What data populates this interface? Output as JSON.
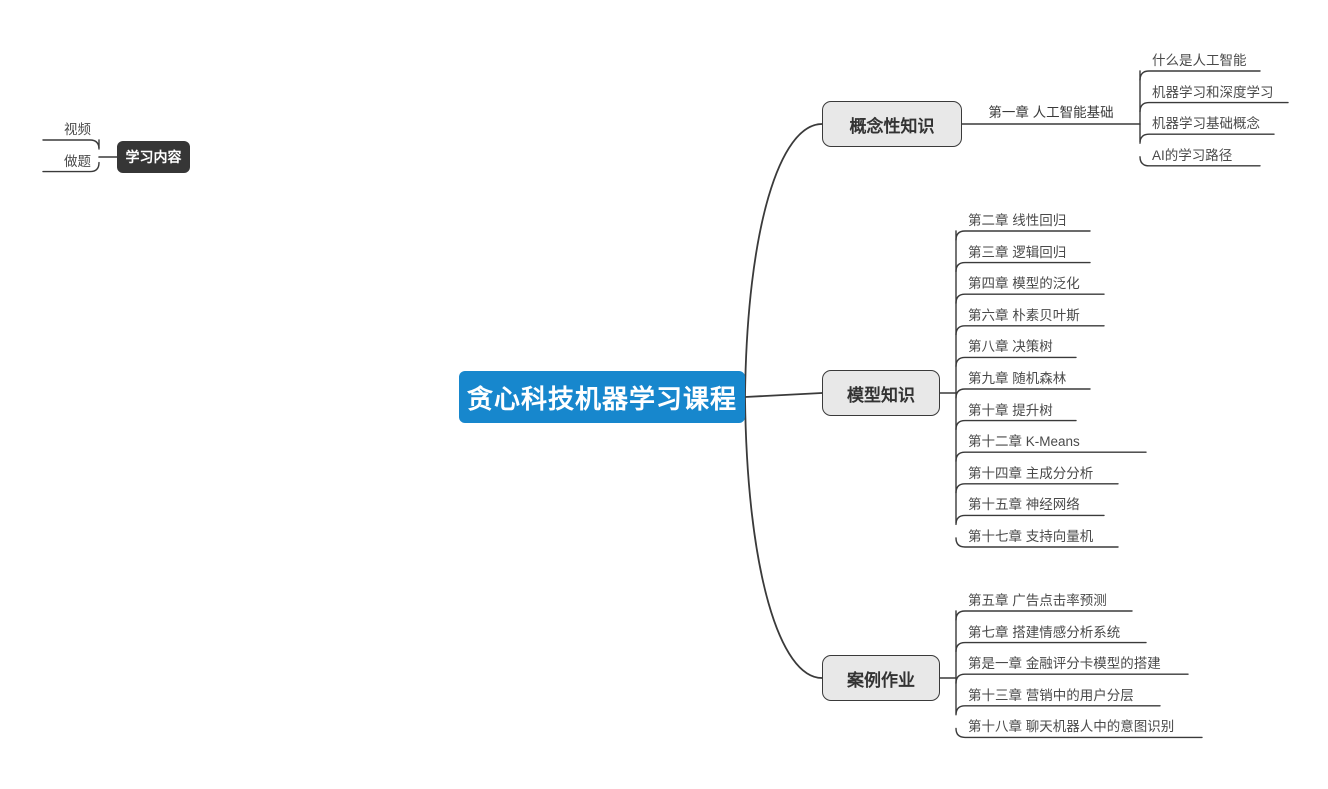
{
  "diagram": {
    "type": "mindmap",
    "title": "贪心科技机器学习课程",
    "colors": {
      "root_fill": "#1787cd",
      "root_text": "#ffffff",
      "branch_fill": "#e8e8e8",
      "branch_border": "#3a3a3a",
      "dark_fill": "#363636",
      "dark_text": "#ffffff",
      "leaf_text": "#4a4a4a",
      "edge": "#3a3a3a",
      "background": "#ffffff"
    }
  },
  "root": {
    "label": "贪心科技机器学习课程"
  },
  "left_cluster": {
    "node": {
      "label": "学习内容"
    },
    "leaves": [
      {
        "label": "视频"
      },
      {
        "label": "做题"
      }
    ]
  },
  "branches": [
    {
      "id": "concept",
      "label": "概念性知识",
      "mid_label": "第一章 人工智能基础",
      "leaves": [
        {
          "label": "什么是人工智能"
        },
        {
          "label": "机器学习和深度学习"
        },
        {
          "label": "机器学习基础概念"
        },
        {
          "label": "AI的学习路径"
        }
      ]
    },
    {
      "id": "model",
      "label": "模型知识",
      "mid_label": "",
      "leaves": [
        {
          "label": "第二章 线性回归"
        },
        {
          "label": "第三章 逻辑回归"
        },
        {
          "label": "第四章 模型的泛化"
        },
        {
          "label": "第六章 朴素贝叶斯"
        },
        {
          "label": "第八章 决策树"
        },
        {
          "label": "第九章 随机森林"
        },
        {
          "label": "第十章 提升树"
        },
        {
          "label": "第十二章 K-Means"
        },
        {
          "label": "第十四章 主成分分析"
        },
        {
          "label": "第十五章 神经网络"
        },
        {
          "label": "第十七章 支持向量机"
        }
      ]
    },
    {
      "id": "case",
      "label": "案例作业",
      "mid_label": "",
      "leaves": [
        {
          "label": "第五章 广告点击率预测"
        },
        {
          "label": "第七章 搭建情感分析系统"
        },
        {
          "label": "第是一章 金融评分卡模型的搭建"
        },
        {
          "label": "第十三章 营销中的用户分层"
        },
        {
          "label": "第十八章 聊天机器人中的意图识别"
        }
      ]
    }
  ]
}
